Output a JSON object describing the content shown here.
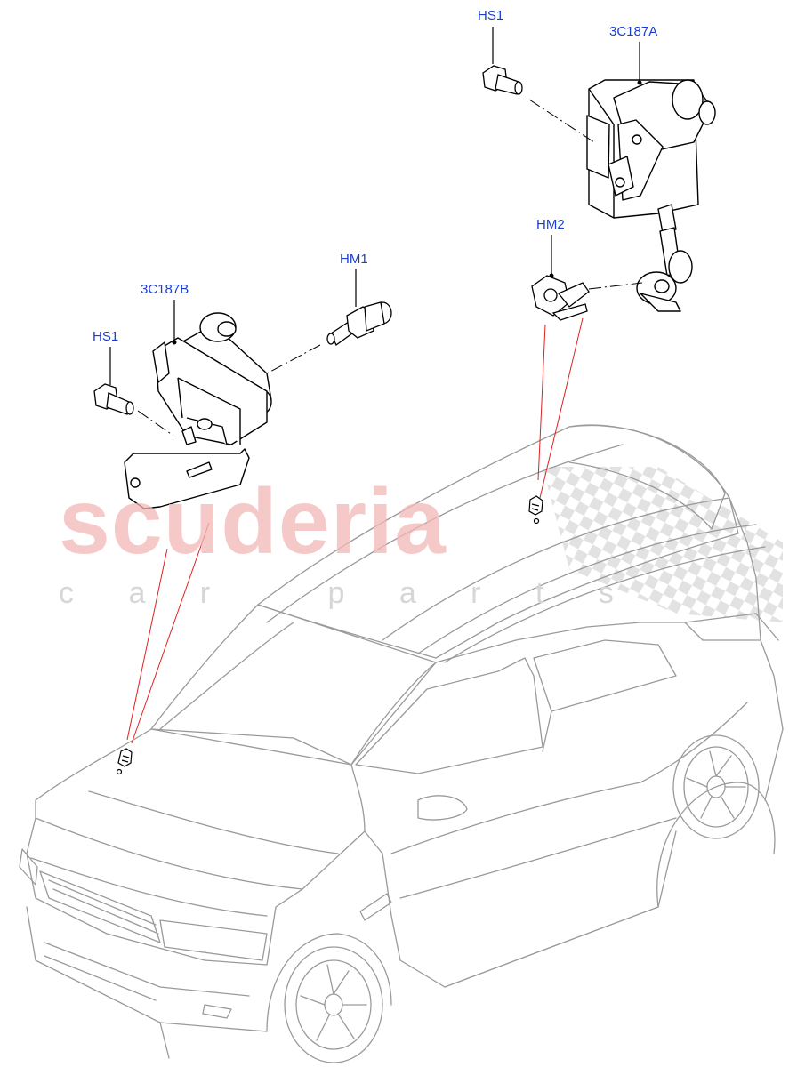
{
  "watermark": {
    "brand": "scuderia",
    "tagline": "c a r   p a r t s",
    "color": "#f4b8b8",
    "checker_color": "#d8d8d8"
  },
  "callouts": [
    {
      "id": "hs1-top",
      "text": "HS1"
    },
    {
      "id": "3c187a",
      "text": "3C187A"
    },
    {
      "id": "hm2",
      "text": "HM2"
    },
    {
      "id": "hm1",
      "text": "HM1"
    },
    {
      "id": "3c187b",
      "text": "3C187B"
    },
    {
      "id": "hs1-left",
      "text": "HS1"
    }
  ],
  "colors": {
    "callout_text": "#1a3fcf",
    "leader": "#e02020",
    "line_art": "#000000",
    "vehicle_outline": "#9a9a9a"
  },
  "parts": [
    {
      "code": "3C187A",
      "icon": "ride-height-sensor-icon"
    },
    {
      "code": "3C187B",
      "icon": "ride-height-sensor-icon"
    },
    {
      "code": "HM1",
      "icon": "bolt-icon"
    },
    {
      "code": "HM2",
      "icon": "nut-clip-icon"
    },
    {
      "code": "HS1",
      "icon": "bolt-icon"
    }
  ]
}
